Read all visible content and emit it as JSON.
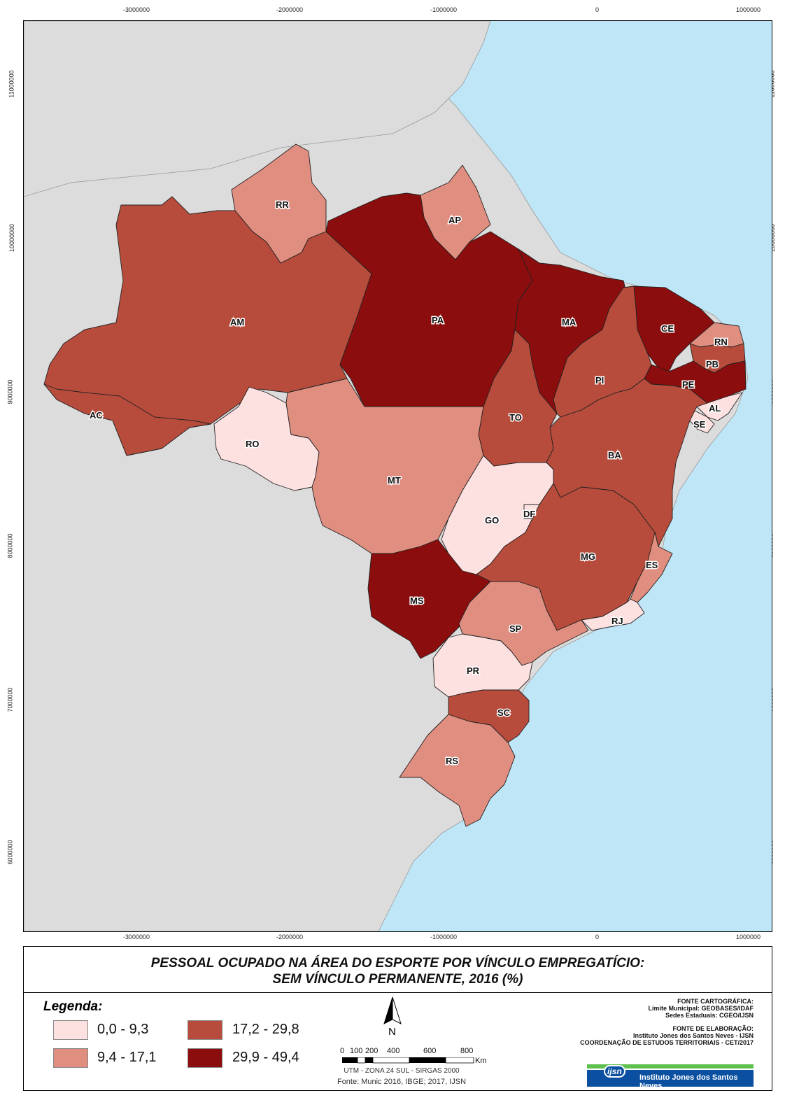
{
  "title": {
    "line1": "PESSOAL OCUPADO NA ÁREA DO ESPORTE POR VÍNCULO EMPREGATÍCIO:",
    "line2": "SEM VÍNCULO PERMANENTE, 2016 (%)"
  },
  "coordinates": {
    "x_ticks": [
      "-3000000",
      "-2000000",
      "-1000000",
      "0",
      "1000000"
    ],
    "y_ticks": [
      "11000000",
      "10000000",
      "9000000",
      "8000000",
      "7000000",
      "6000000"
    ]
  },
  "colors": {
    "ocean": "#bfe6f7",
    "neighbors": "#dcdcdc",
    "class1": "#fde1e1",
    "class2": "#df8e80",
    "class3": "#b84c3c",
    "class4": "#8b0d0d"
  },
  "legend": {
    "title": "Legenda:",
    "classes": [
      {
        "label": "0,0 - 9,3",
        "color": "#fde1e1"
      },
      {
        "label": "9,4 - 17,1",
        "color": "#df8e80"
      },
      {
        "label": "17,2 - 29,8",
        "color": "#b84c3c"
      },
      {
        "label": "29,9 - 49,4",
        "color": "#8b0d0d"
      }
    ]
  },
  "states": [
    {
      "code": "RR",
      "class": 2
    },
    {
      "code": "AP",
      "class": 2
    },
    {
      "code": "AM",
      "class": 3
    },
    {
      "code": "PA",
      "class": 4
    },
    {
      "code": "MA",
      "class": 4
    },
    {
      "code": "CE",
      "class": 4
    },
    {
      "code": "RN",
      "class": 2
    },
    {
      "code": "PB",
      "class": 3
    },
    {
      "code": "PE",
      "class": 4
    },
    {
      "code": "AL",
      "class": 1
    },
    {
      "code": "SE",
      "class": 1
    },
    {
      "code": "PI",
      "class": 3
    },
    {
      "code": "AC",
      "class": 3
    },
    {
      "code": "RO",
      "class": 1
    },
    {
      "code": "TO",
      "class": 3
    },
    {
      "code": "BA",
      "class": 3
    },
    {
      "code": "MT",
      "class": 2
    },
    {
      "code": "GO",
      "class": 1
    },
    {
      "code": "DF",
      "class": 1
    },
    {
      "code": "MG",
      "class": 3
    },
    {
      "code": "ES",
      "class": 2
    },
    {
      "code": "MS",
      "class": 4
    },
    {
      "code": "SP",
      "class": 2
    },
    {
      "code": "RJ",
      "class": 1
    },
    {
      "code": "PR",
      "class": 1
    },
    {
      "code": "SC",
      "class": 3
    },
    {
      "code": "RS",
      "class": 2
    }
  ],
  "north_arrow": "N",
  "scale": {
    "ticks": [
      "0",
      "100",
      "200",
      "400",
      "600",
      "800"
    ],
    "unit": "Km"
  },
  "projection": "UTM - ZONA 24 SUL - SIRGAS 2000",
  "source": "Fonte: Munic 2016, IBGE; 2017, IJSN",
  "credits": {
    "cart_title": "FONTE CARTOGRÁFICA:",
    "cart_line1": "Limite Municipal: GEOBASES/IDAF",
    "cart_line2": "Sedes Estaduais: CGEO/IJSN",
    "elab_title": "FONTE DE ELABORAÇÃO:",
    "elab_line1": "Instituto Jones dos Santos Neves - IJSN",
    "elab_line2": "COORDENAÇÃO DE ESTUDOS TERRITORIAIS - CET/2017"
  },
  "logo": {
    "mark": "ijsn",
    "text": "Instituto Jones dos Santos Neves"
  }
}
